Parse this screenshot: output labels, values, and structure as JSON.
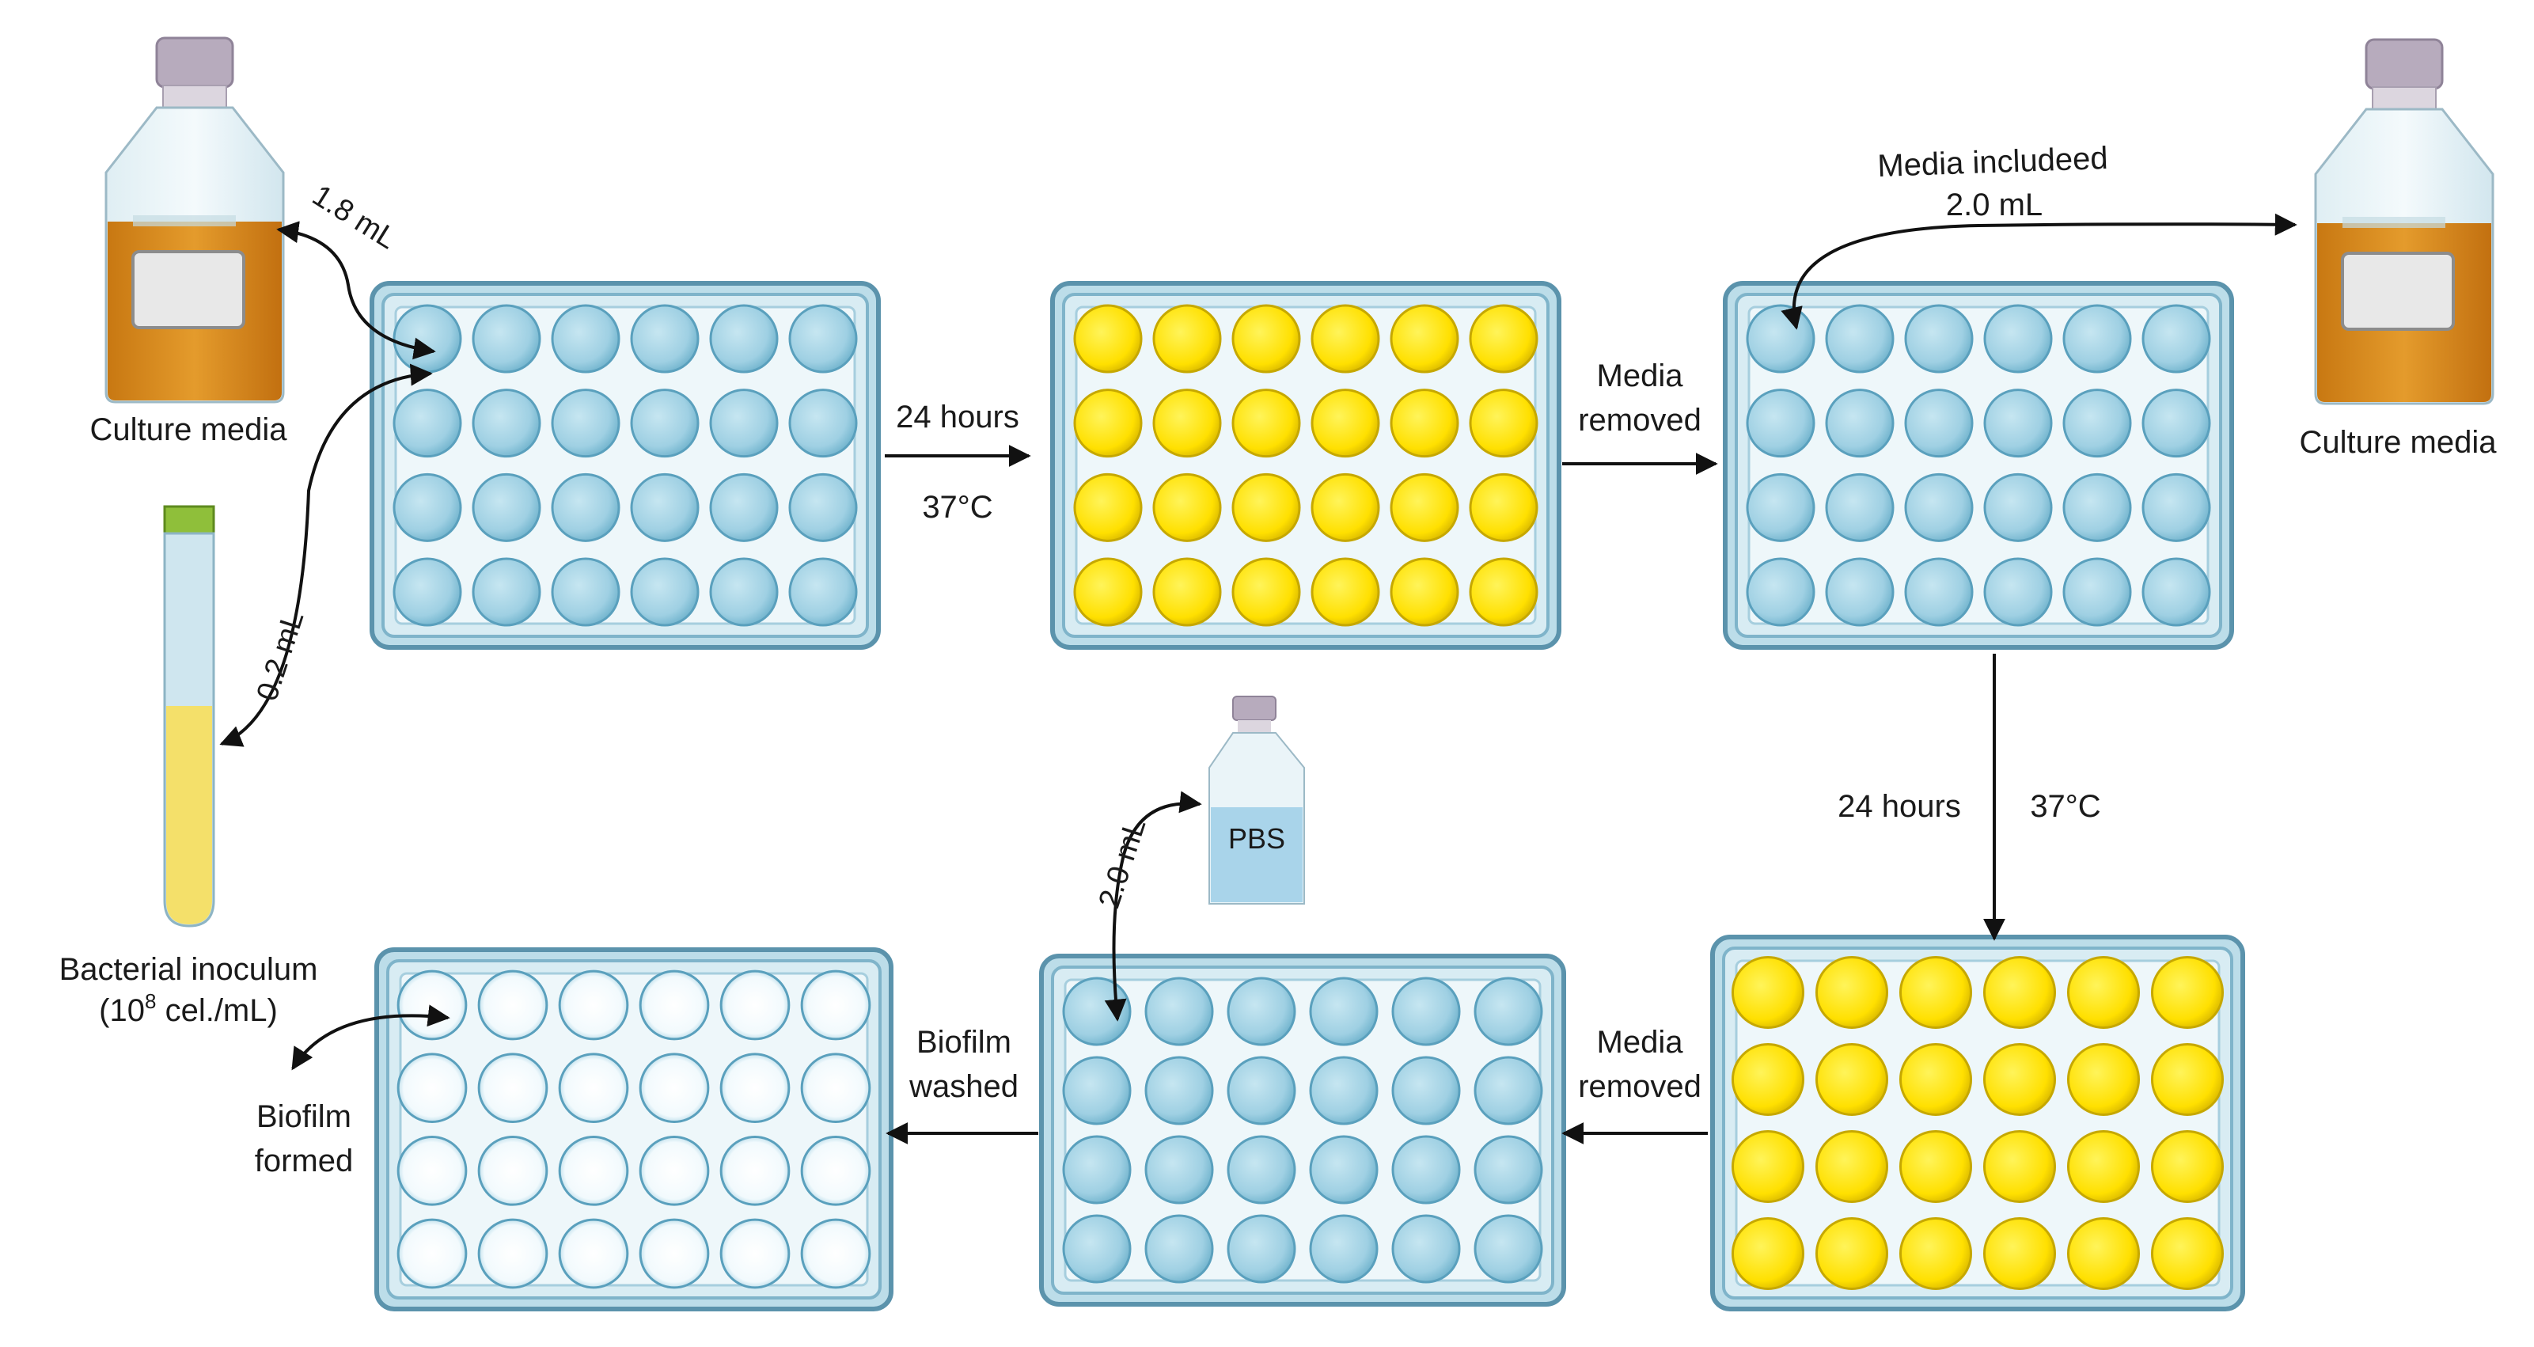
{
  "labels": {
    "culture_media_left": "Culture media",
    "culture_media_right": "Culture media",
    "bacterial_inoculum_line1": "Bacterial inoculum",
    "bacterial_inoculum_line2_pre": "(10",
    "bacterial_inoculum_sup": "8",
    "bacterial_inoculum_line2_post": " cel./mL)",
    "vol_1_8": "1.8 mL",
    "vol_0_2": "0.2 mL",
    "vol_2_0_pbs": "2.0 mL",
    "pbs": "PBS",
    "media_included_line1": "Media includeed",
    "media_included_line2": "2.0 mL",
    "step1_time": "24 hours",
    "step1_temp": "37°C",
    "step2_line1": "Media",
    "step2_line2": "removed",
    "step3_time": "24 hours",
    "step3_temp": "37°C",
    "step4_line1": "Media",
    "step4_line2": "removed",
    "step5_line1": "Biofilm",
    "step5_line2": "washed",
    "final_line1": "Biofilm",
    "final_line2": "formed"
  },
  "plates": [
    {
      "name": "plate-1-empty-media",
      "well_state": "media"
    },
    {
      "name": "plate-2-incubated",
      "well_state": "grown"
    },
    {
      "name": "plate-3-fresh-media",
      "well_state": "media"
    },
    {
      "name": "plate-4-incubated",
      "well_state": "grown"
    },
    {
      "name": "plate-5-washed",
      "well_state": "media"
    },
    {
      "name": "plate-6-biofilm",
      "well_state": "biofilm"
    }
  ],
  "colors": {
    "well_media": "#9fd3e6",
    "well_grown": "#ffe81a",
    "well_biofilm": "#ffffff",
    "plate_frame": "#6aa6c0",
    "culture_media": "#d98a1c",
    "inoculum": "#f4e06a"
  }
}
